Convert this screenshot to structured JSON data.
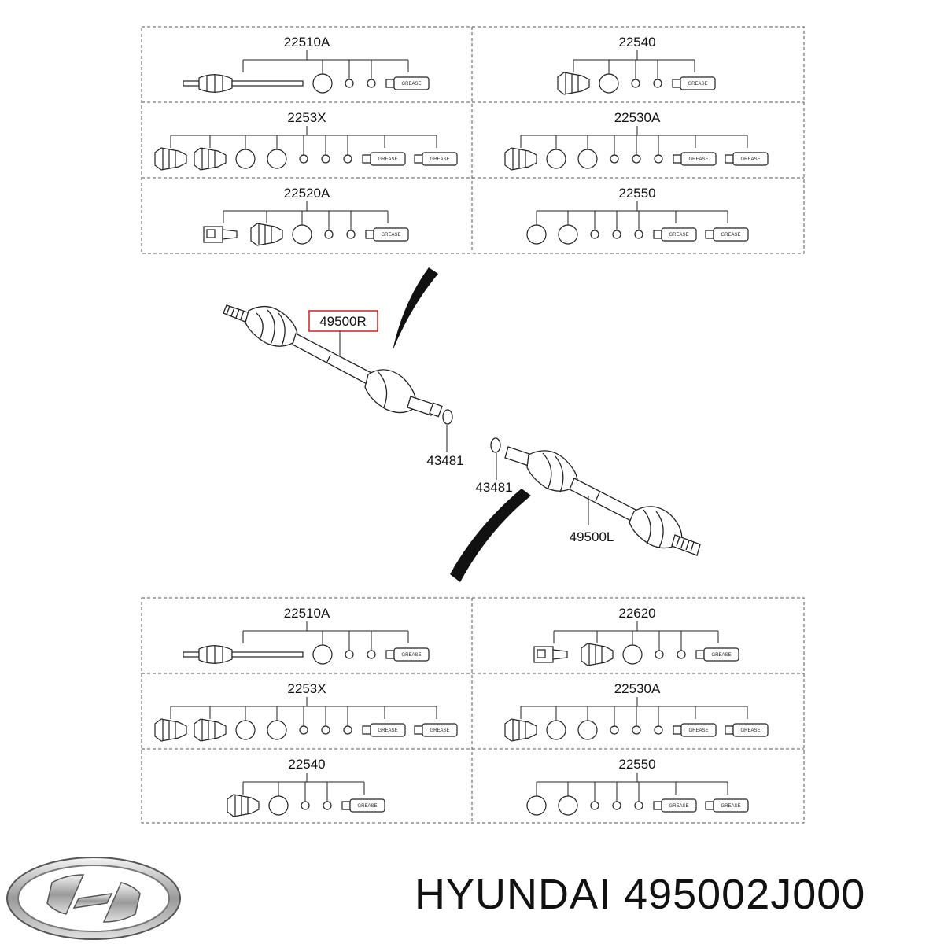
{
  "top_kits": [
    {
      "part": "22510A",
      "items": [
        "shaft",
        "ring",
        "ring-sm",
        "ring-sm",
        "grease"
      ]
    },
    {
      "part": "22540",
      "items": [
        "boot",
        "ring",
        "ring-sm",
        "ring-sm",
        "grease"
      ]
    },
    {
      "part": "2253X",
      "items": [
        "boot",
        "boot",
        "ring",
        "ring",
        "ring-sm",
        "ring-sm",
        "ring-sm",
        "grease",
        "grease"
      ]
    },
    {
      "part": "22530A",
      "items": [
        "boot",
        "ring",
        "ring",
        "ring-sm",
        "ring-sm",
        "ring-sm",
        "grease",
        "grease"
      ]
    },
    {
      "part": "22520A",
      "items": [
        "joint",
        "boot",
        "ring",
        "ring-sm",
        "ring-sm",
        "grease"
      ]
    },
    {
      "part": "22550",
      "items": [
        "ring",
        "ring",
        "ring-sm",
        "ring-sm",
        "ring-sm",
        "grease",
        "grease"
      ]
    }
  ],
  "bottom_kits": [
    {
      "part": "22510A",
      "items": [
        "shaft",
        "ring",
        "ring-sm",
        "ring-sm",
        "grease"
      ]
    },
    {
      "part": "22620",
      "items": [
        "joint",
        "boot",
        "ring",
        "ring-sm",
        "ring-sm",
        "grease"
      ]
    },
    {
      "part": "2253X",
      "items": [
        "boot",
        "boot",
        "ring",
        "ring",
        "ring-sm",
        "ring-sm",
        "ring-sm",
        "grease",
        "grease"
      ]
    },
    {
      "part": "22530A",
      "items": [
        "boot",
        "ring",
        "ring",
        "ring-sm",
        "ring-sm",
        "ring-sm",
        "grease",
        "grease"
      ]
    },
    {
      "part": "22540",
      "items": [
        "boot",
        "ring",
        "ring-sm",
        "ring-sm",
        "grease"
      ]
    },
    {
      "part": "22550",
      "items": [
        "ring",
        "ring",
        "ring-sm",
        "ring-sm",
        "ring-sm",
        "grease",
        "grease"
      ]
    }
  ],
  "grease_text": "GREASE",
  "shaft_labels": {
    "right": "49500R",
    "left": "49500L",
    "clip_right": "43481",
    "clip_left": "43481"
  },
  "colors": {
    "highlight": "#cc2222",
    "line": "#222222",
    "dash": "#555555"
  },
  "footer": {
    "brand": "HYUNDAI",
    "part_number": "495002J000",
    "logo_icon": "hyundai-logo-icon"
  }
}
